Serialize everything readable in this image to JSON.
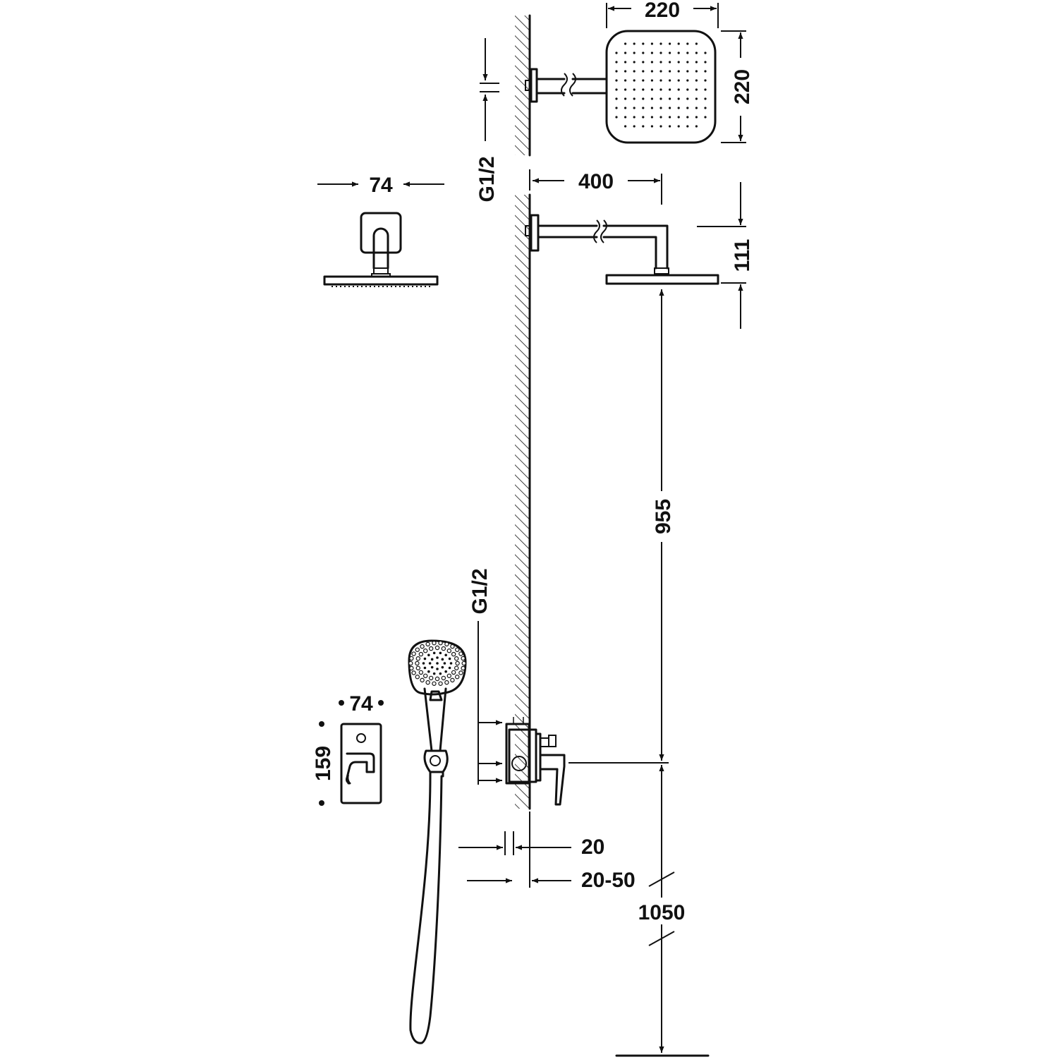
{
  "drawing": {
    "dimensions": {
      "head_width": "220",
      "head_height": "220",
      "arm_length": "400",
      "arm_drop": "111",
      "thread_top": "G1/2",
      "thread_bottom": "G1/2",
      "escutcheon_width_top": "74",
      "escutcheon_width_bottom": "74",
      "escutcheon_height": "159",
      "head_to_valve": "955",
      "wall_offset": "20",
      "embed_depth": "20-50",
      "valve_height": "1050"
    },
    "colors": {
      "line": "#111111",
      "background": "#ffffff"
    }
  }
}
